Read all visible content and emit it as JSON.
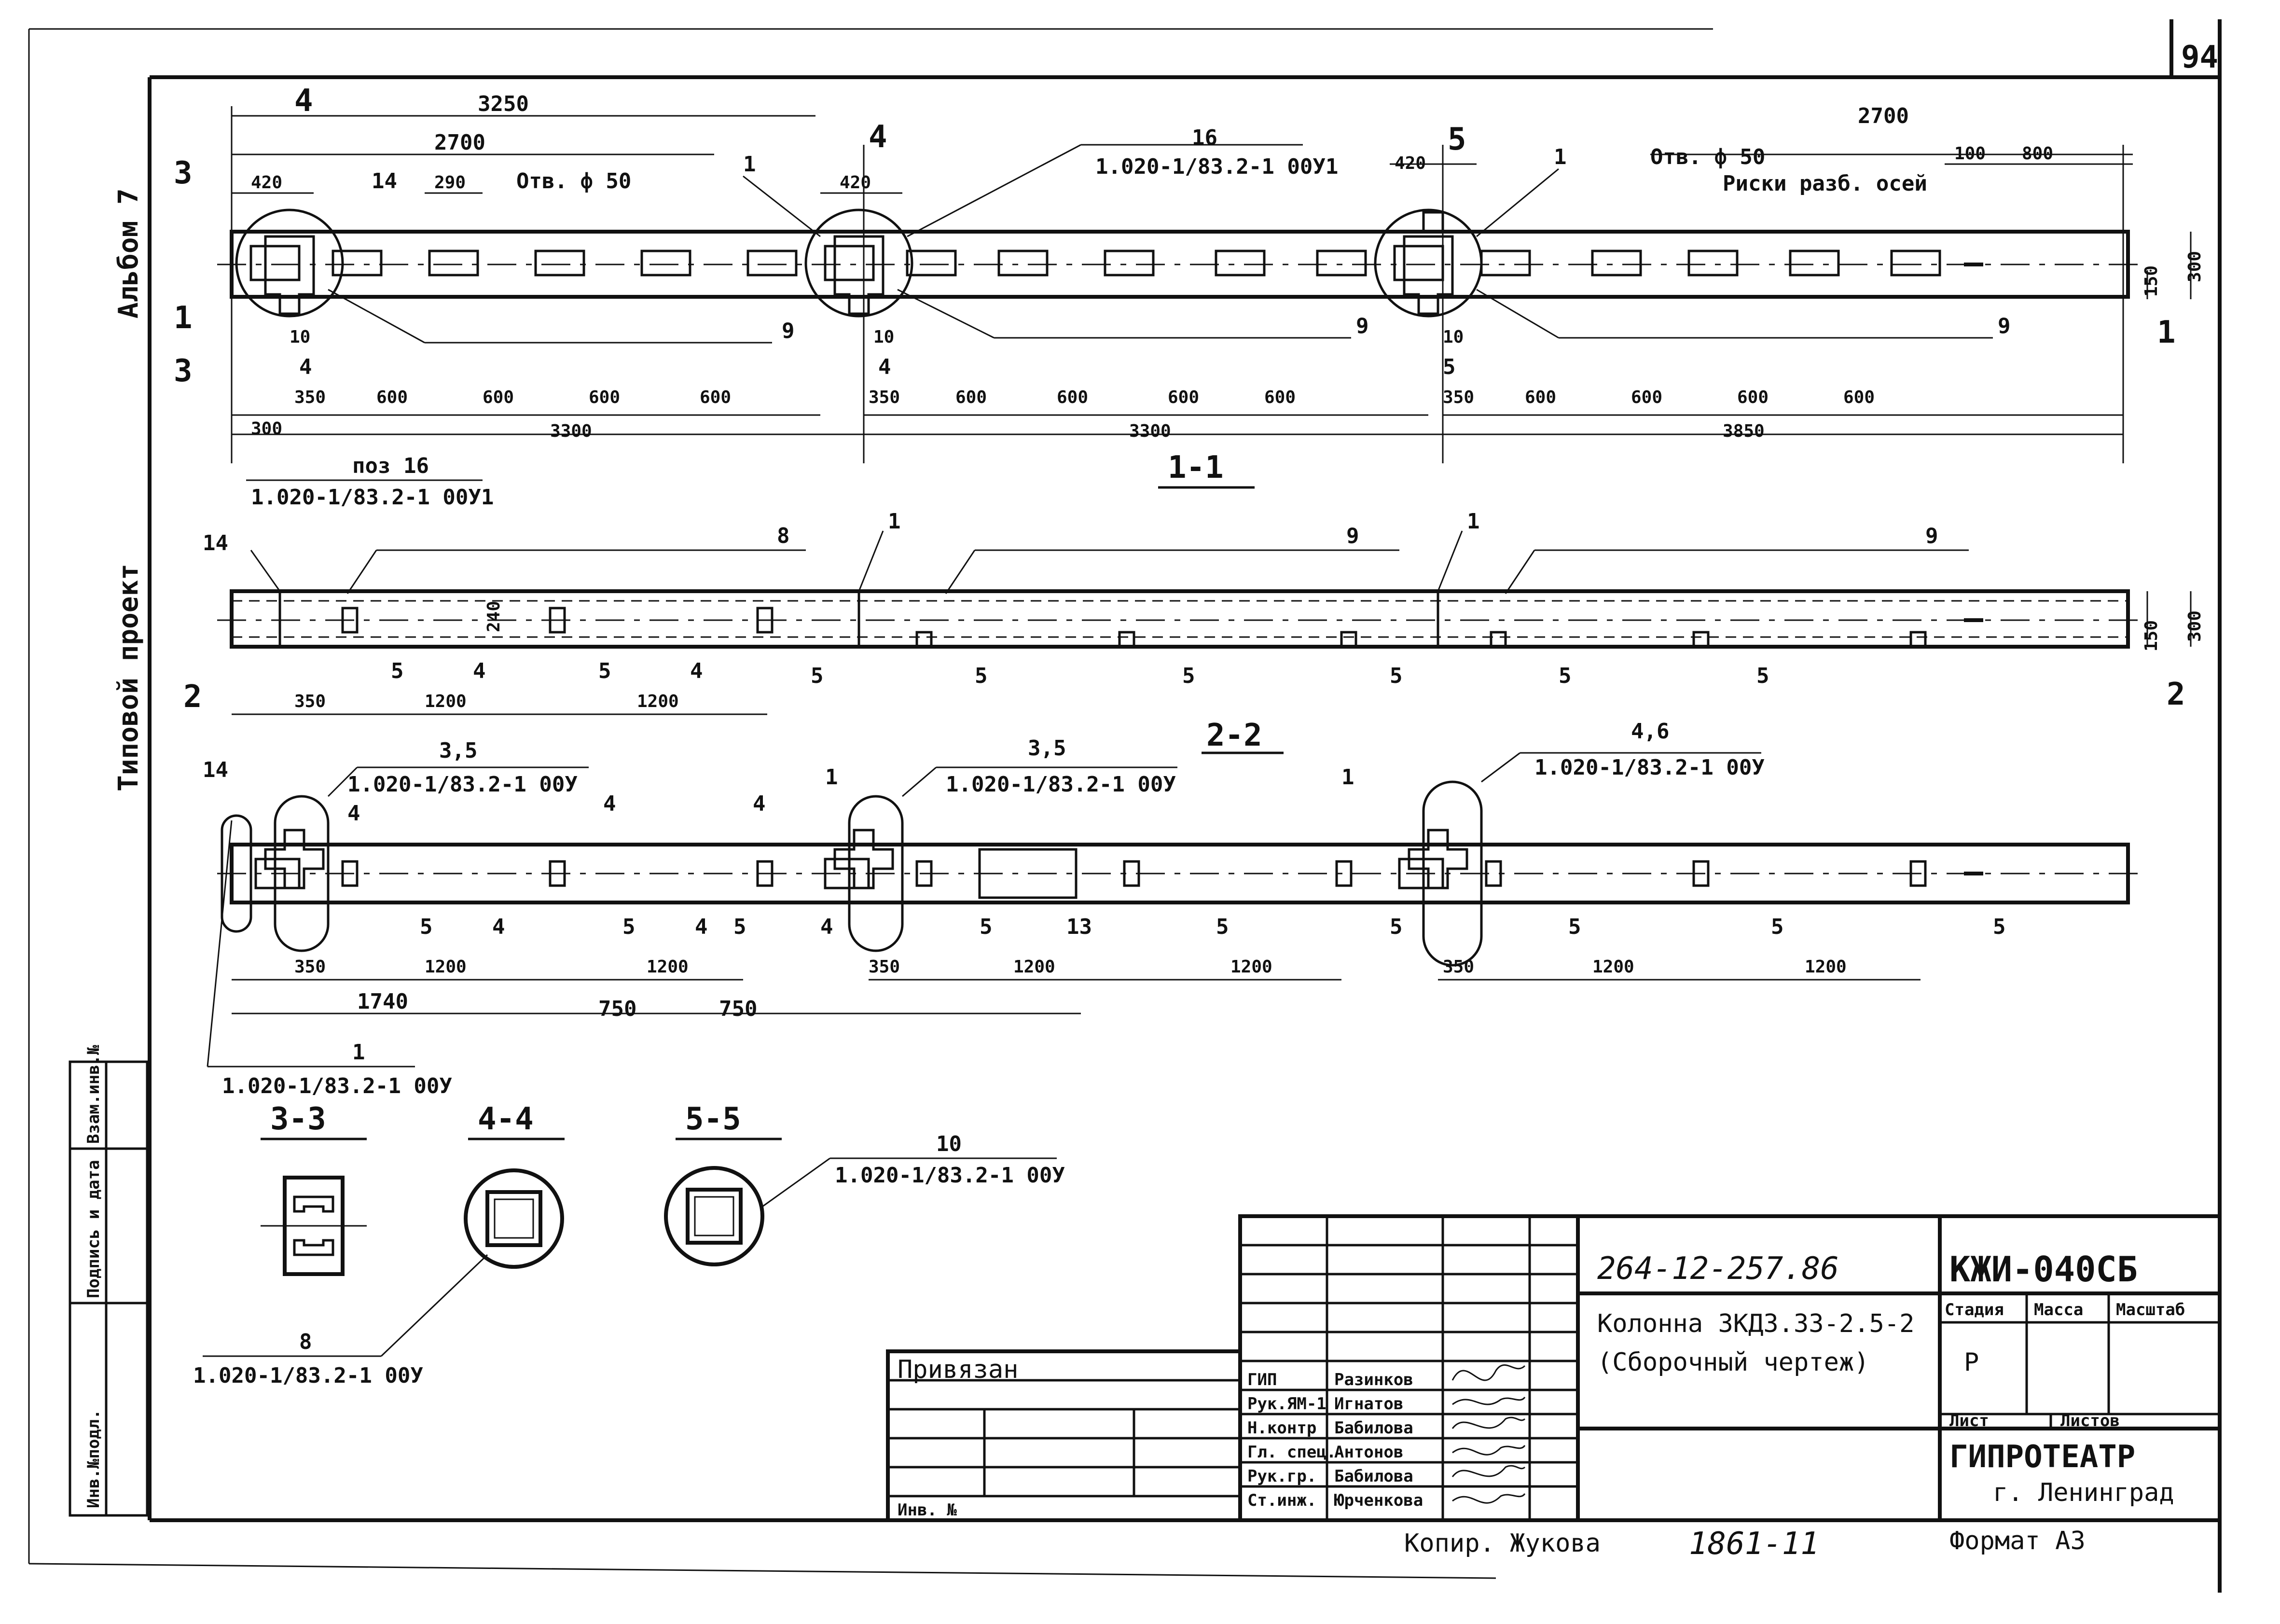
{
  "sheet": {
    "page_number": "94",
    "side_stamp": {
      "album": "Альбом 7",
      "project": "Типовой проект"
    },
    "stamp_boxes": [
      "Инв.№подл.",
      "Подпись и дата",
      "Взам.инв.№"
    ]
  },
  "section_titles": {
    "s11": "1-1",
    "s22": "2-2",
    "s33": "3-3",
    "s44": "4-4",
    "s55": "5-5"
  },
  "cut_marks": {
    "three": "3",
    "one": "1",
    "two": "2",
    "four": "4",
    "five": "5"
  },
  "view1": {
    "top_dims": [
      "3250",
      "2700",
      "420",
      "290",
      "420",
      "420",
      "2700",
      "100",
      "800",
      "150",
      "300"
    ],
    "notes": {
      "hole_left": "Отв. ф 50",
      "hole_right": "Отв. ф 50",
      "axis_marks": "Риски разб. осей"
    },
    "leaders": [
      "14",
      "1",
      "16",
      "1.020-1/83.2-1 00У1",
      "1",
      "9",
      "9",
      "9"
    ],
    "bottom_dims": [
      "10",
      "4",
      "350",
      "600",
      "600",
      "600",
      "600",
      "10",
      "4",
      "350",
      "600",
      "600",
      "600",
      "600",
      "10",
      "5",
      "350",
      "600",
      "600",
      "600",
      "600",
      "300",
      "3300",
      "3300",
      "3850"
    ],
    "ref_bottom": {
      "pos": "поз 16",
      "code": "1.020-1/83.2-1 00У1"
    }
  },
  "view2": {
    "leaders": [
      "14",
      "1",
      "8",
      "1",
      "9",
      "9"
    ],
    "dims": [
      "240",
      "150",
      "300",
      "350",
      "1200",
      "1200"
    ],
    "pos_labels": [
      "5",
      "4",
      "5",
      "4",
      "5",
      "5",
      "5",
      "5",
      "5",
      "5"
    ]
  },
  "view3": {
    "refs": [
      {
        "pos": "3,5",
        "code": "1.020-1/83.2-1 00У"
      },
      {
        "pos": "3,5",
        "code": "1.020-1/83.2-1 00У"
      },
      {
        "pos": "4,6",
        "code": "1.020-1/83.2-1 00У"
      }
    ],
    "leaders": [
      "14",
      "4",
      "4",
      "4",
      "1",
      "1"
    ],
    "pos_labels": [
      "5",
      "4",
      "5",
      "4",
      "5",
      "4",
      "5",
      "13",
      "5",
      "5",
      "5",
      "5",
      "5"
    ],
    "dims": [
      "350",
      "1200",
      "1200",
      "350",
      "1200",
      "1200",
      "350",
      "1200",
      "1200",
      "1740",
      "750",
      "750"
    ],
    "ref_bottom": {
      "pos": "1",
      "code": "1.020-1/83.2-1 00У"
    }
  },
  "details": {
    "ref10": {
      "pos": "10",
      "code": "1.020-1/83.2-1 00У"
    },
    "ref8": {
      "pos": "8",
      "code": "1.020-1/83.2-1 00У"
    }
  },
  "title_block": {
    "doc_code": "264-12-257.86",
    "sheet_code": "КЖИ-040СБ",
    "title_line1": "Колонна 3КД3.33-2.5-2",
    "title_line2": "(Сборочный чертеж)",
    "stage_header": "Стадия",
    "mass_header": "Масса",
    "scale_header": "Масштаб",
    "stage_value": "Р",
    "sheet_label": "Лист",
    "sheets_label": "Листов",
    "org": "ГИПРОТЕАТР",
    "city": "г. Ленинград",
    "bound": "Привязан",
    "inv": "Инв. №",
    "roles": [
      "ГИП",
      "Рук.ЯМ-1",
      "Н.контр",
      "Гл. спец.",
      "Рук.гр.",
      "Ст.инж."
    ],
    "names": [
      "Разинков",
      "Игнатов",
      "Бабилова",
      "Антонов",
      "Бабилова",
      "Юрченкова"
    ],
    "copied": "Копир. Жукова",
    "number": "1861-11",
    "format": "Формат А3"
  }
}
